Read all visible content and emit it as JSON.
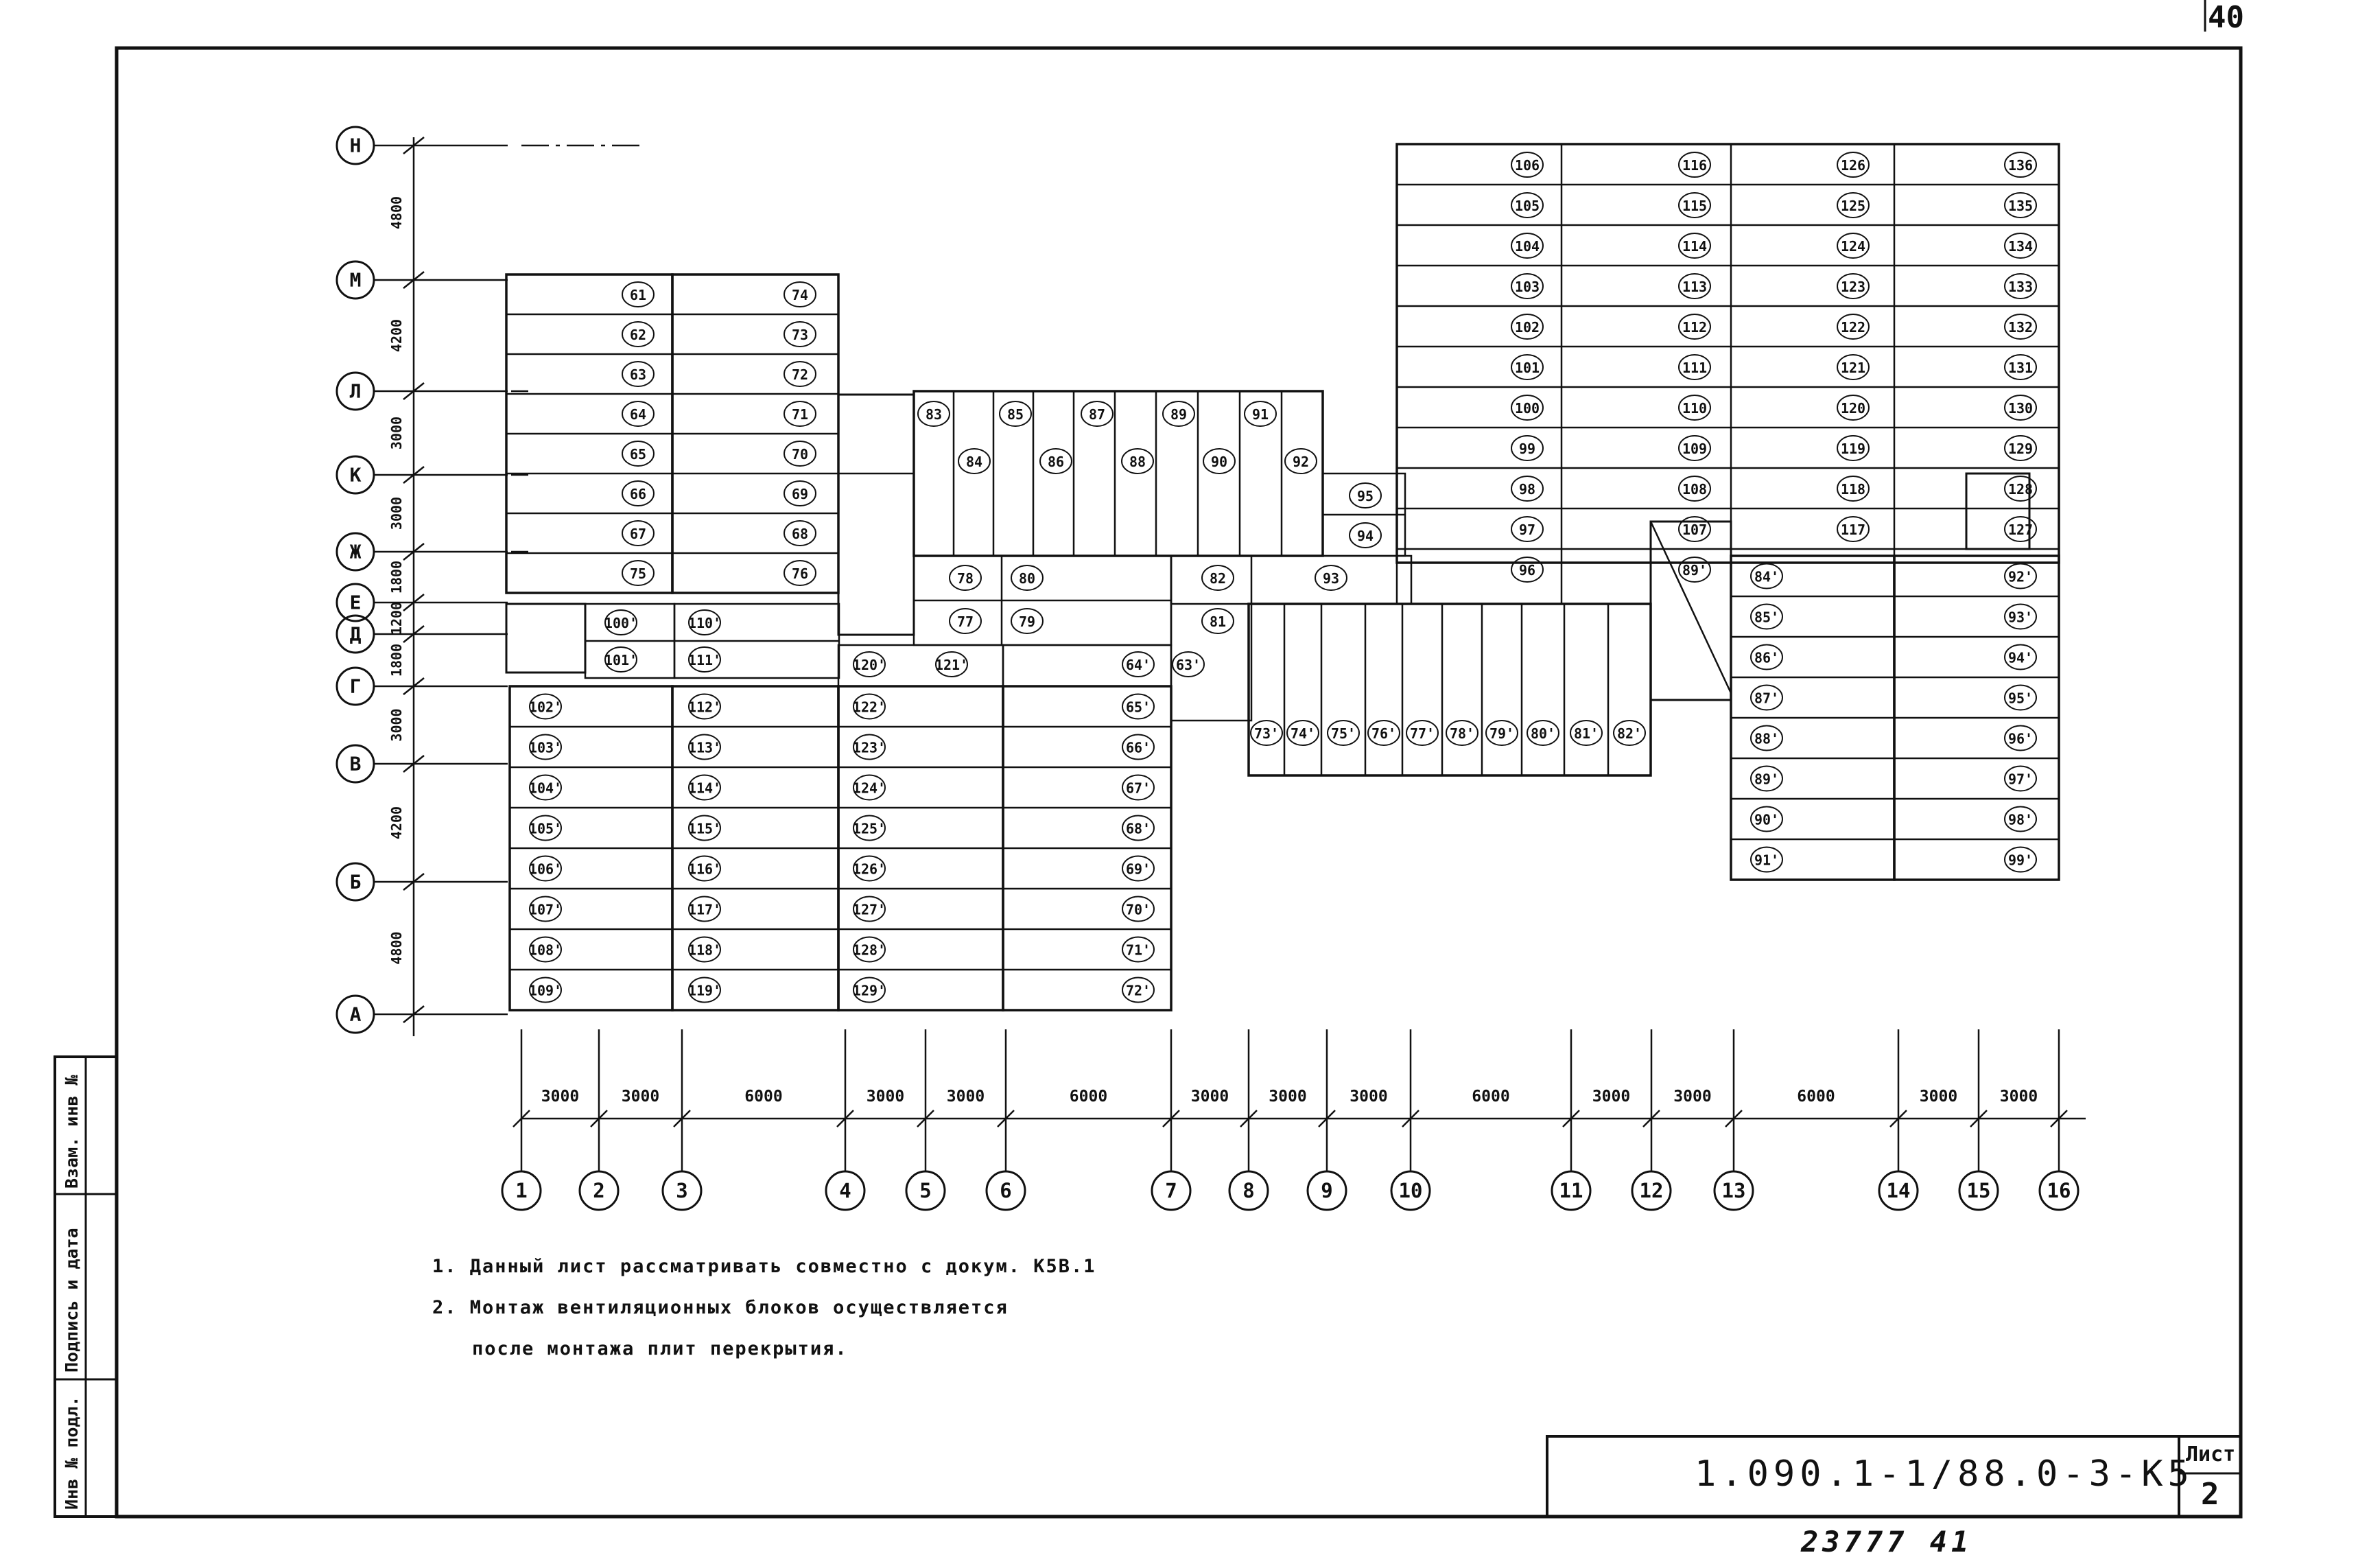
{
  "page_number": "40",
  "axes_letters": [
    "Н",
    "М",
    "Л",
    "К",
    "Ж",
    "Е",
    "Д",
    "Г",
    "В",
    "Б",
    "А"
  ],
  "axes_numbers": [
    "1",
    "2",
    "3",
    "4",
    "5",
    "6",
    "7",
    "8",
    "9",
    "10",
    "11",
    "12",
    "13",
    "14",
    "15",
    "16"
  ],
  "dims_vertical": [
    "4800",
    "4200",
    "3000",
    "3000",
    "1800",
    "1200",
    "1800",
    "3000",
    "4200",
    "4800"
  ],
  "dims_horizontal": [
    "3000",
    "3000",
    "6000",
    "3000",
    "3000",
    "6000",
    "3000",
    "3000",
    "3000",
    "6000",
    "3000",
    "3000",
    "6000",
    "3000",
    "3000"
  ],
  "panels": {
    "wing_left_1": [
      "61",
      "62",
      "63",
      "64",
      "65",
      "66",
      "67",
      "75"
    ],
    "wing_left_2": [
      "74",
      "73",
      "72",
      "71",
      "70",
      "69",
      "68",
      "76"
    ],
    "mid_top_a": [
      "83",
      "85",
      "87",
      "89",
      "91"
    ],
    "mid_top_b": [
      "84",
      "86",
      "88",
      "90",
      "92"
    ],
    "mid_small": [
      "95",
      "94"
    ],
    "tower_col_a": [
      "106",
      "105",
      "104",
      "103",
      "102",
      "101",
      "100",
      "99",
      "98",
      "97",
      "96"
    ],
    "tower_col_b": [
      "116",
      "115",
      "114",
      "113",
      "112",
      "111",
      "110",
      "109",
      "108",
      "107",
      "89'"
    ],
    "tower_col_c": [
      "126",
      "125",
      "124",
      "123",
      "122",
      "121",
      "120",
      "119",
      "118",
      "117"
    ],
    "tower_col_d": [
      "136",
      "135",
      "134",
      "133",
      "132",
      "131",
      "130",
      "129",
      "128",
      "127"
    ],
    "mid_row": [
      "78",
      "80",
      "82",
      "93",
      "77",
      "79",
      "81"
    ],
    "ed_left": [
      "100'",
      "101'"
    ],
    "ed_right": [
      "110'",
      "111'"
    ],
    "bottom_col_1": [
      "102'",
      "103'",
      "104'",
      "105'",
      "106'",
      "107'",
      "108'",
      "109'"
    ],
    "bottom_col_2": [
      "112'",
      "113'",
      "114'",
      "115'",
      "116'",
      "117'",
      "118'",
      "119'"
    ],
    "bottom_col_3": [
      "120'",
      "122'",
      "123'",
      "124'",
      "125'",
      "126'",
      "127'",
      "128'",
      "129'"
    ],
    "bottom_col_3b": [
      "121'"
    ],
    "bottom_col_4": [
      "64'",
      "65'",
      "66'",
      "67'",
      "68'",
      "69'",
      "70'",
      "71'",
      "72'"
    ],
    "bottom_single": [
      "63'"
    ],
    "center_row": [
      "73'",
      "74'",
      "75'",
      "76'",
      "77'",
      "78'",
      "79'",
      "80'",
      "81'",
      "82'"
    ],
    "right_col_1": [
      "84'",
      "85'",
      "86'",
      "87'",
      "88'",
      "89'",
      "90'",
      "91'"
    ],
    "right_col_2": [
      "92'",
      "93'",
      "94'",
      "95'",
      "96'",
      "97'",
      "98'",
      "99'"
    ]
  },
  "notes": [
    "1.  Данный лист рассматривать совместно с докум. К5В.1",
    "2.  Монтаж вентиляционных блоков осуществляется",
    "после монтажа плит перекрытия."
  ],
  "side_stamp": [
    "Инв № подл.",
    "Подпись и дата",
    "Взам. инв №"
  ],
  "title_block": {
    "code": "1.090.1-1/88.0-3-К5",
    "sheet_label": "Лист",
    "sheet_no": "2"
  },
  "footer_stamp": "23777   41"
}
